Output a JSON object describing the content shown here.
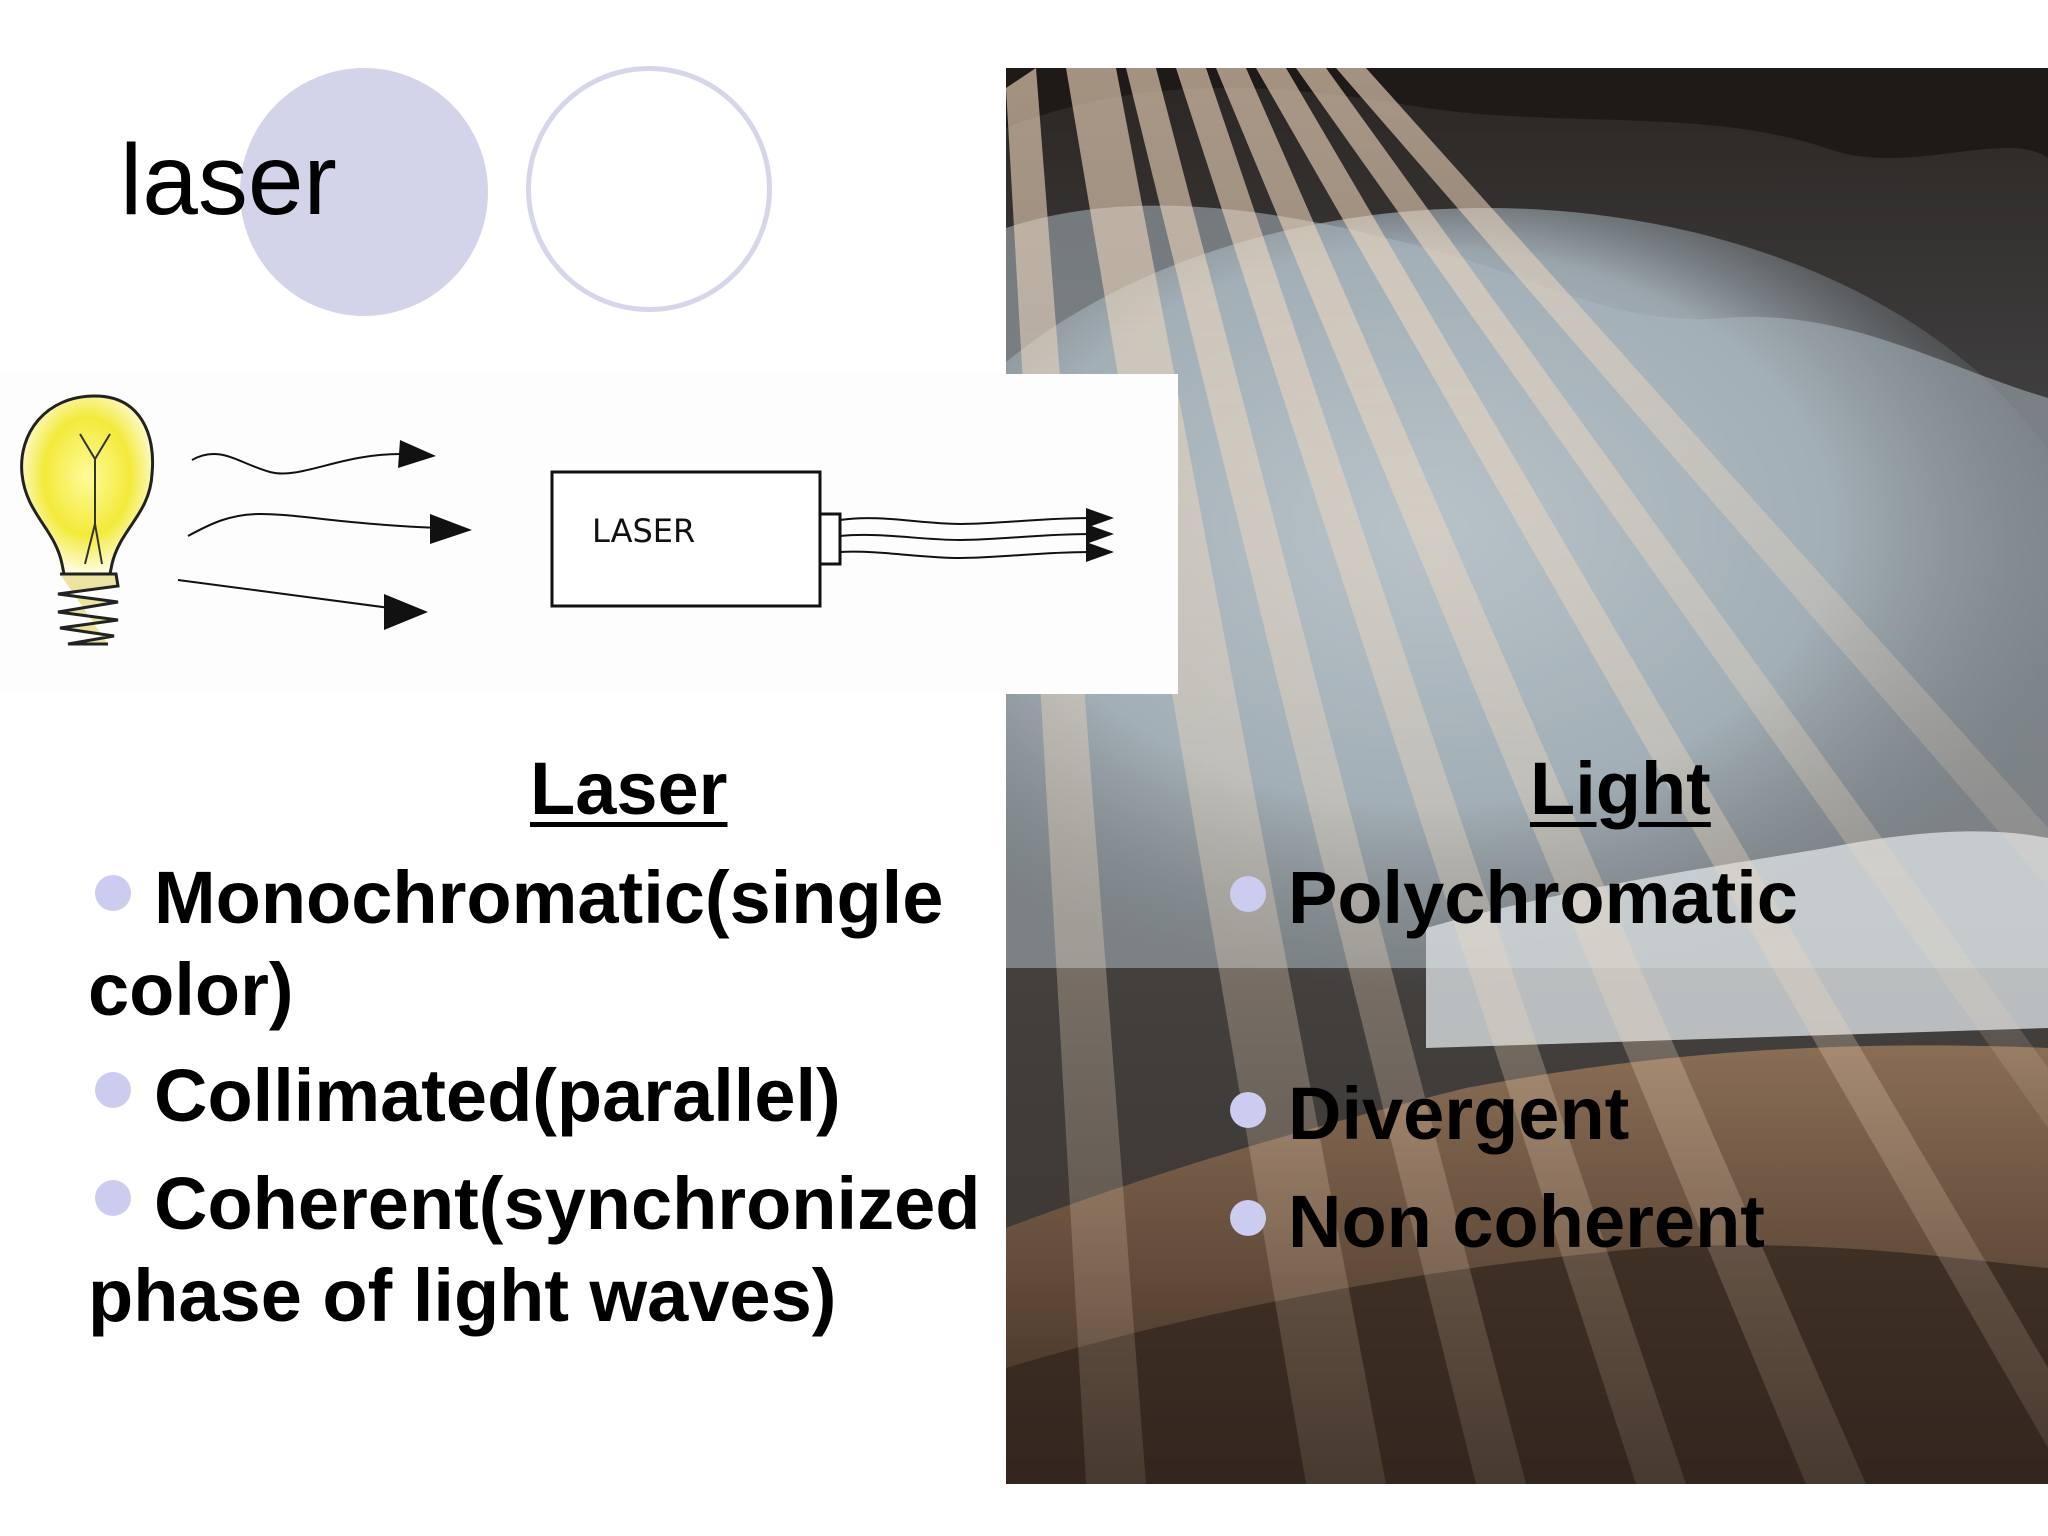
{
  "slide": {
    "title": "laser",
    "diagram": {
      "laser_box_label": "LASER"
    },
    "laser_column": {
      "heading": "Laser",
      "items": [
        "Monochromatic(single color)",
        "Collimated(parallel)",
        "Coherent(synchronized phase of light waves)"
      ]
    },
    "light_column": {
      "heading": "Light",
      "items": [
        "Polychromatic",
        "Divergent",
        "Non coherent"
      ]
    }
  },
  "colors": {
    "accent_circle": "#d3d3ea",
    "bullet": "#ccccf0",
    "text": "#000000"
  }
}
